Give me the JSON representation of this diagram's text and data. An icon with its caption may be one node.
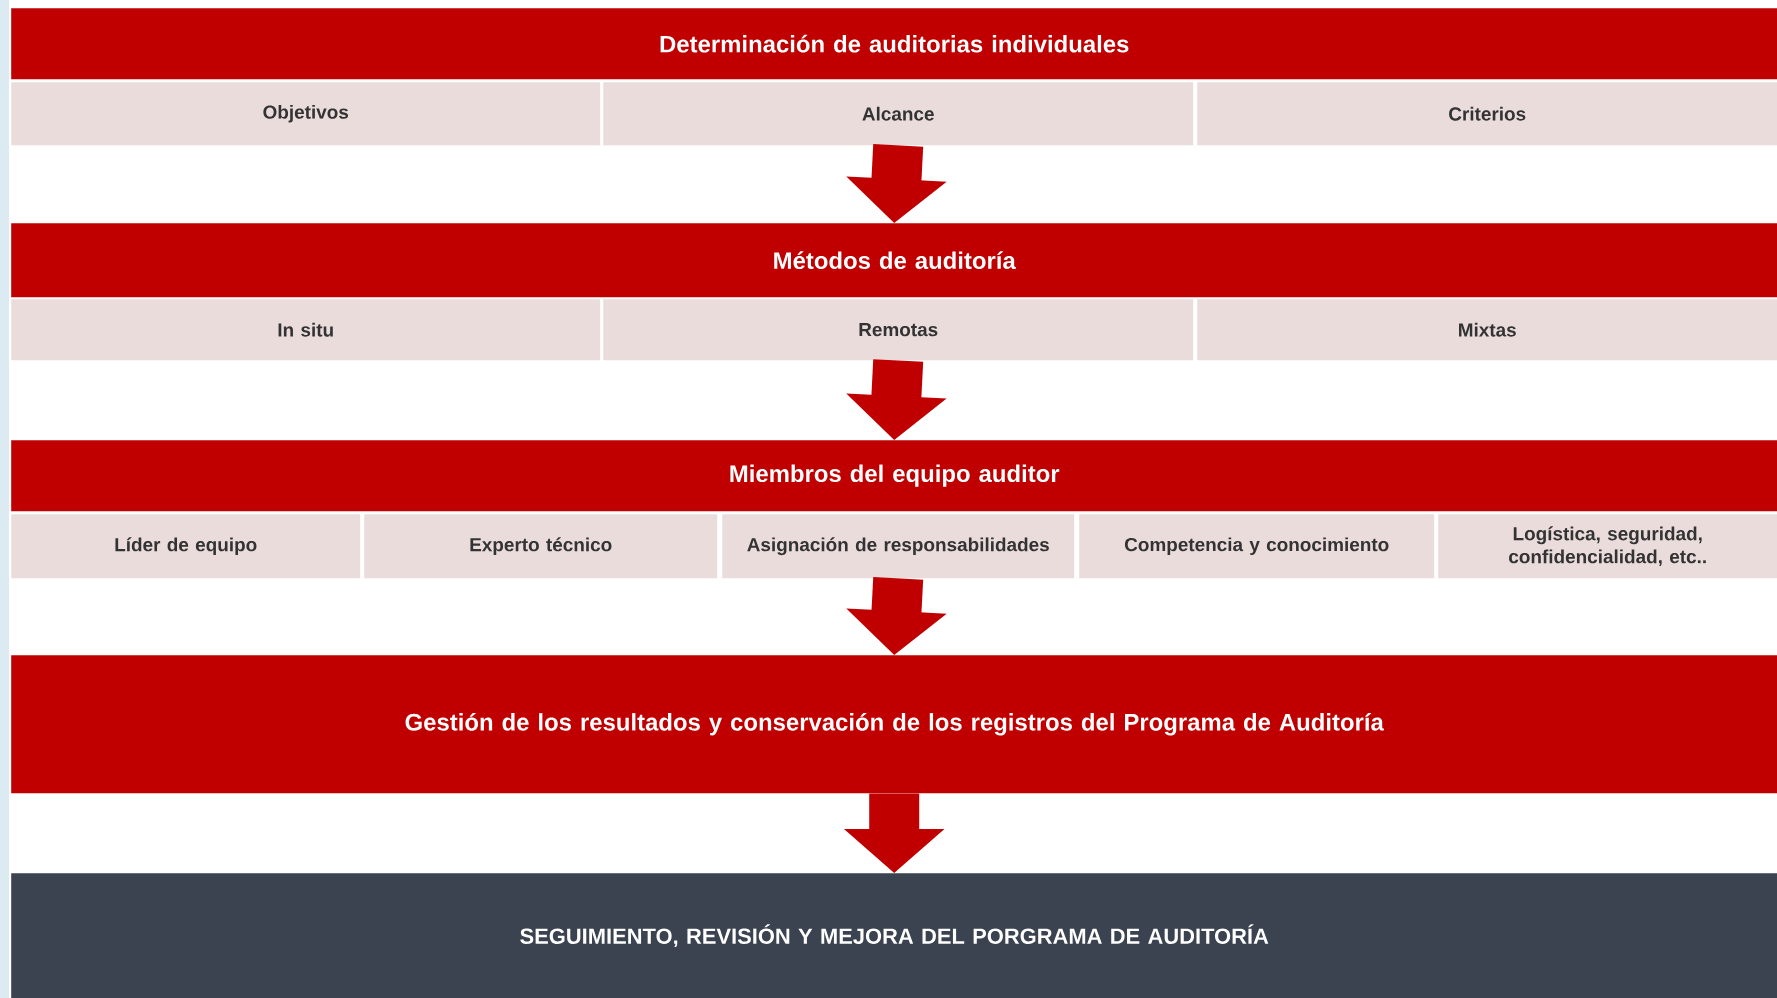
{
  "diagram": {
    "nodes": [
      {
        "text": [
          "Determinación de auditorias individuales"
        ]
      },
      {
        "text": [
          "Objetivos"
        ]
      },
      {
        "text": [
          "Alcance"
        ]
      },
      {
        "text": [
          "Criterios"
        ]
      },
      {
        "text": [
          "Métodos de auditoría"
        ]
      },
      {
        "text": [
          "In situ"
        ]
      },
      {
        "text": [
          "Remotas"
        ]
      },
      {
        "text": [
          "Mixtas"
        ]
      },
      {
        "text": [
          "Miembros del equipo auditor"
        ]
      },
      {
        "text": [
          "Líder de equipo"
        ]
      },
      {
        "text": [
          "Experto técnico"
        ]
      },
      {
        "text": [
          "Asignación de responsabilidades"
        ]
      },
      {
        "text": [
          "Competencia y conocimiento"
        ]
      },
      {
        "text": [
          "Logística, seguridad, confidencialidad, etc.."
        ]
      },
      {
        "text": [
          "Gestión de los resultados y conservación de los registros del Programa de Auditoría"
        ]
      },
      {
        "text": [
          "SEGUIMIENTO, REVISIÓN Y MEJORA DEL PORGRAMA DE AUDITORÍA"
        ]
      }
    ],
    "edges": [
      {
        "from": 2,
        "to": 4,
        "arrow": "to"
      },
      {
        "from": 6,
        "to": 8,
        "arrow": "to"
      },
      {
        "from": 11,
        "to": 14,
        "arrow": "to"
      },
      {
        "from": 14,
        "to": 15,
        "arrow": "to"
      }
    ]
  }
}
